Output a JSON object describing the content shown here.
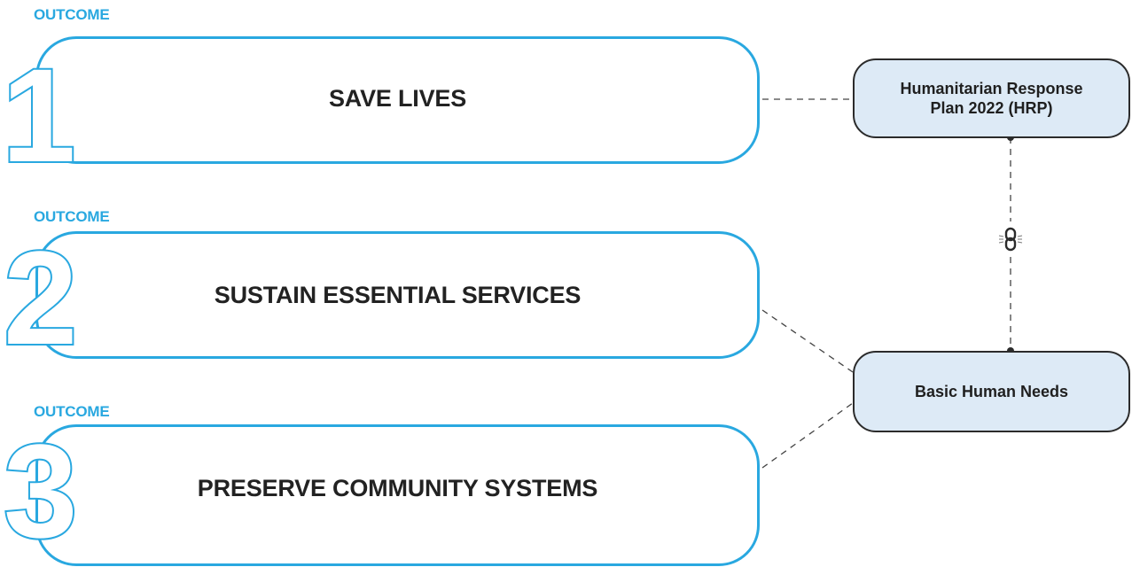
{
  "outcomes": [
    {
      "label": "OUTCOME",
      "number": "1",
      "title": "SAVE LIVES"
    },
    {
      "label": "OUTCOME",
      "number": "2",
      "title": "SUSTAIN ESSENTIAL SERVICES"
    },
    {
      "label": "OUTCOME",
      "number": "3",
      "title": "PRESERVE COMMUNITY SYSTEMS"
    }
  ],
  "nodes": {
    "hrp": {
      "line1": "Humanitarian Response",
      "line2": "Plan 2022 (HRP)"
    },
    "bhn": {
      "label": "Basic Human Needs"
    }
  },
  "colors": {
    "accent": "#29a8e0",
    "node_fill": "#ddeaf6",
    "node_border": "#2b2b2b",
    "text": "#222222"
  },
  "icons": {
    "link": "chain-link-icon"
  }
}
